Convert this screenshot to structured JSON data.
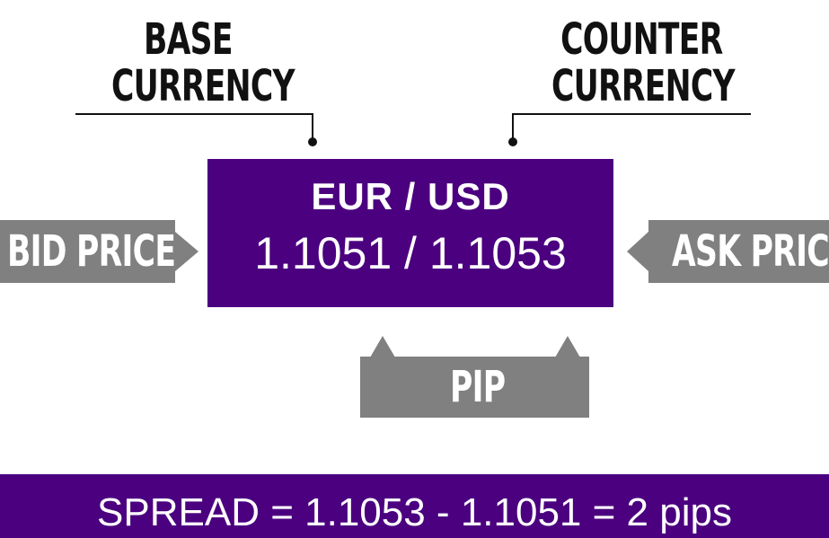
{
  "labels": {
    "base_line1": "BASE",
    "base_line2": "CURRENCY",
    "counter_line1": "COUNTER",
    "counter_line2": "CURRENCY",
    "bid": "BID PRICE",
    "ask": "ASK PRICE",
    "pip": "PIP"
  },
  "pair_box": {
    "pair": "EUR / USD",
    "quote": "1.1051 / 1.1053"
  },
  "spread": {
    "text": "SPREAD = 1.1053 - 1.1051 = 2 pips"
  },
  "colors": {
    "purple": "#4b007f",
    "gray": "#808080",
    "text_dark": "#111111"
  }
}
